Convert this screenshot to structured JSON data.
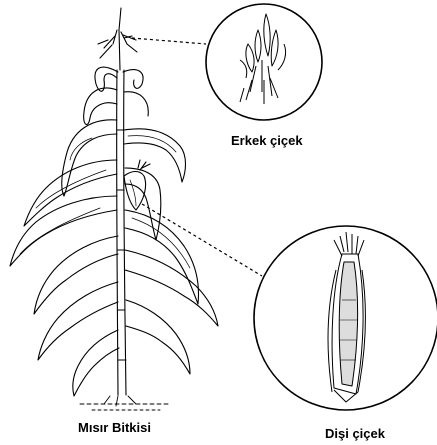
{
  "labels": {
    "male_flower": "Erkek çiçek",
    "female_flower": "Dişi çiçek",
    "plant": "Mısır Bitkisi"
  },
  "colors": {
    "ink": "#000000",
    "background": "#ffffff"
  }
}
